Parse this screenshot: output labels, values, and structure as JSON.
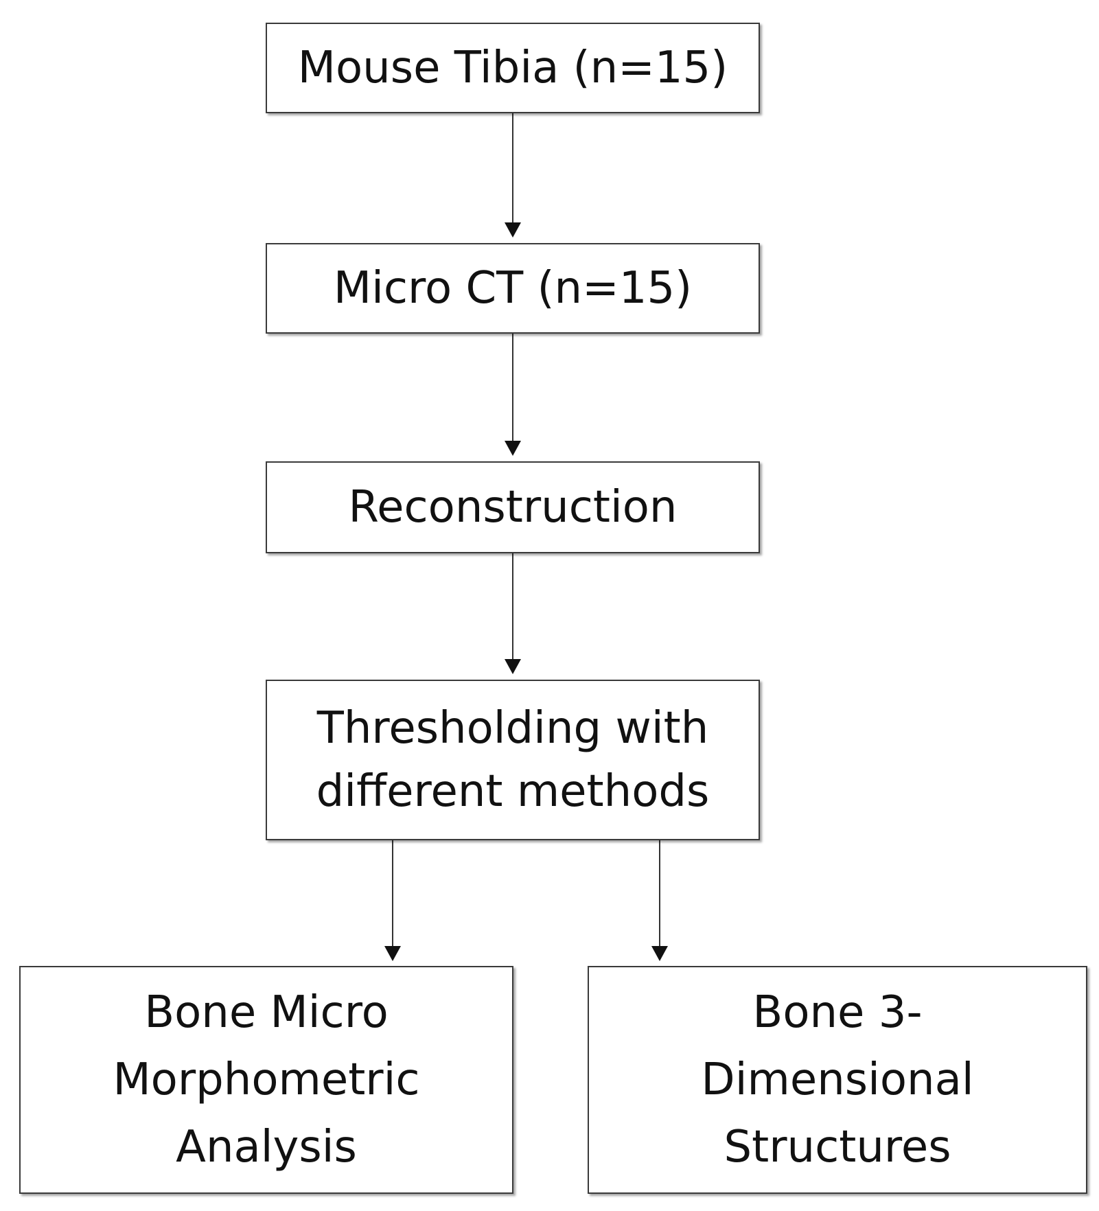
{
  "nodes": [
    {
      "id": "mouse-tibia",
      "label": "Mouse Tibia (n=15)"
    },
    {
      "id": "micro-ct",
      "label": "Micro CT (n=15)"
    },
    {
      "id": "reconstruction",
      "label": "Reconstruction"
    },
    {
      "id": "thresholding",
      "label": "Thresholding with\ndifferent methods"
    },
    {
      "id": "morphometric",
      "label": "Bone Micro\nMorphometric\nAnalysis"
    },
    {
      "id": "structures",
      "label": "Bone 3-\nDimensional\nStructures"
    }
  ],
  "edges": [
    {
      "from": "mouse-tibia",
      "to": "micro-ct"
    },
    {
      "from": "micro-ct",
      "to": "reconstruction"
    },
    {
      "from": "reconstruction",
      "to": "thresholding"
    },
    {
      "from": "thresholding",
      "to": "morphometric"
    },
    {
      "from": "thresholding",
      "to": "structures"
    }
  ],
  "colors": {
    "border": "#3a3a3a",
    "arrow": "#333333",
    "text": "#111111",
    "background": "#ffffff"
  }
}
